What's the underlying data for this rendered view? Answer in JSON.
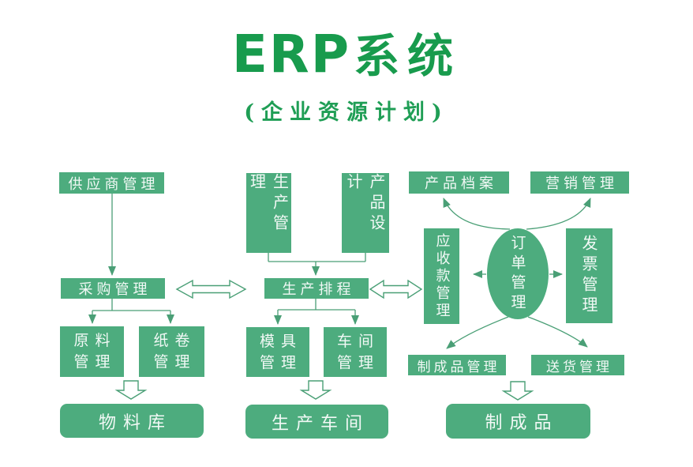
{
  "header": {
    "title_erp": "ERP",
    "title_zh": "系统",
    "subtitle": "(企业资源计划)"
  },
  "colors": {
    "title_green": "#189b4d",
    "node_green": "#4dac7e",
    "connector_green": "#4a9f76",
    "node_text": "#f4faf5",
    "background": "#ffffff"
  },
  "supply_chain": {
    "supplier": "供应商管理",
    "purchasing": "采购管理",
    "raw_material_line1": "原料",
    "raw_material_line2": "管理",
    "paper_roll_line1": "纸卷",
    "paper_roll_line2": "管理",
    "material_warehouse": "物料库"
  },
  "production": {
    "production_mgmt": "生产管理",
    "product_design": "产品设计",
    "scheduling": "生产排程",
    "mold_line1": "模具",
    "mold_line2": "管理",
    "workshop_line1": "车间",
    "workshop_line2": "管理",
    "production_workshop": "生产车间"
  },
  "sales": {
    "product_archive": "产品档案",
    "marketing": "营销管理",
    "receivables": "应收款管理",
    "order_mgmt": "订单管理",
    "invoice": "发票管理",
    "finished_goods_mgmt": "制成品管理",
    "delivery": "送货管理",
    "finished_goods": "制成品"
  }
}
